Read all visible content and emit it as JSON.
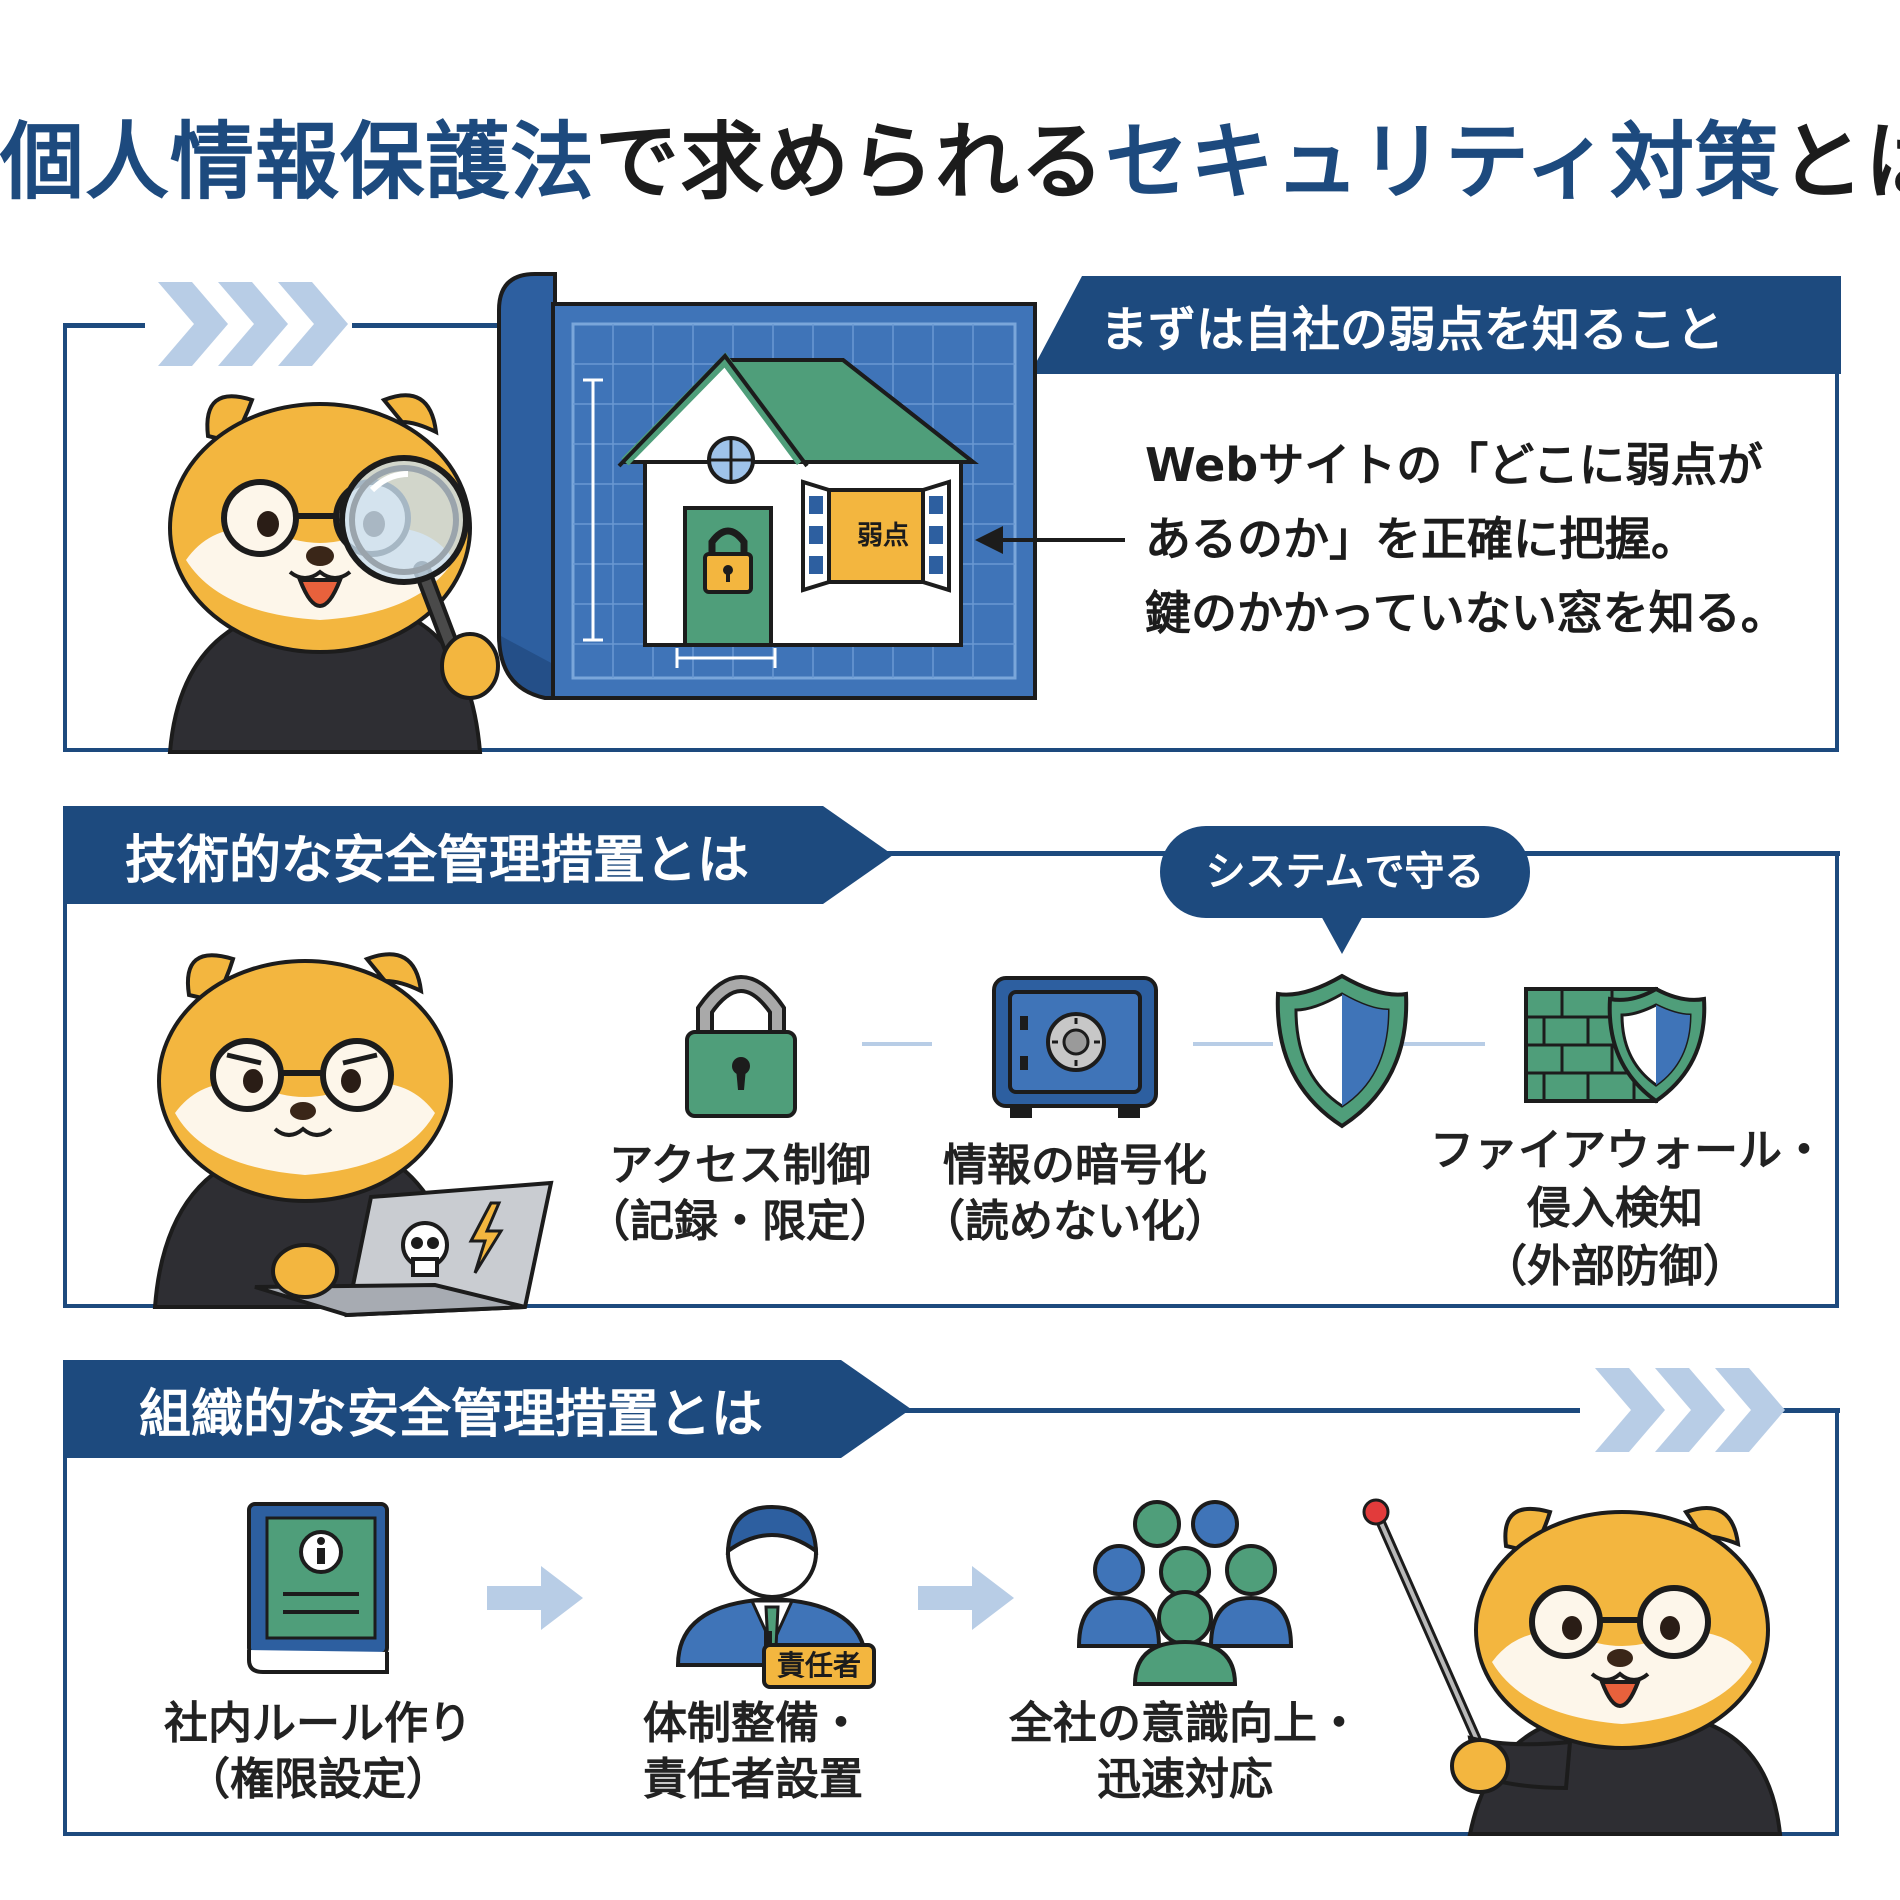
{
  "title": {
    "part1": "個人情報保護法",
    "part2": "で求められる",
    "part3": "セキュリティ対策",
    "part4": "とは"
  },
  "section1": {
    "header": "まずは自社の弱点を知ること",
    "window_tag": "弱点",
    "desc_lines": [
      "Webサイトの「どこに弱点が",
      "あるのか」を正確に把握。",
      "鍵のかかっていない窓を知る。"
    ]
  },
  "section2": {
    "header": "技術的な安全管理措置とは",
    "pill": "システムで守る",
    "items": [
      {
        "icon": "padlock-icon",
        "line1": "アクセス制御",
        "line2": "（記録・限定）"
      },
      {
        "icon": "safe-icon",
        "line1": "情報の暗号化",
        "line2": "（読めない化）"
      },
      {
        "icon": "shield-icon",
        "line1": "",
        "line2": ""
      },
      {
        "icon": "firewall-icon",
        "line1": "ファイアウォール・",
        "line2": "侵入検知",
        "line3": "（外部防御）"
      }
    ]
  },
  "section3": {
    "header": "組織的な安全管理措置とは",
    "badge": "責任者",
    "items": [
      {
        "icon": "rulebook-icon",
        "line1": "社内ルール作り",
        "line2": "（権限設定）"
      },
      {
        "icon": "manager-icon",
        "line1": "体制整備・",
        "line2": "責任者設置"
      },
      {
        "icon": "team-icon",
        "line1": "全社の意識向上・",
        "line2": "迅速対応"
      }
    ]
  },
  "colors": {
    "navy": "#1d4a7e",
    "green": "#4f9e7a",
    "steel_blue": "#3f74b8",
    "mascot": "#f3b63f",
    "hoodie": "#2e2e33",
    "pale_arrow": "#b8cde6"
  }
}
